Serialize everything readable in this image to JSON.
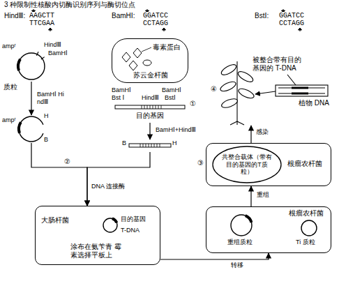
{
  "diagram": {
    "title": "3 种限制性核酸内切酶识别序列与酶切位点",
    "nodes": [
      {
        "text": [
          "ampʳ",
          "HindⅢ",
          "BamHⅠ",
          "质粒"
        ]
      },
      {
        "text": [
          "ampʳ",
          "H",
          "B"
        ]
      },
      {
        "text": [
          "毒素蛋白",
          "苏云金杆菌"
        ]
      },
      {
        "text": [
          "目的基因"
        ]
      },
      {
        "text": [
          "B",
          "H"
        ]
      },
      {
        "text": [
          "大肠杆菌",
          "涂布在氨苄青 霉素选择平板上"
        ]
      },
      {
        "text": [
          "目的基因",
          "T-DNA"
        ],
        "in": 5
      },
      {
        "text": [
          "被整合带有目的基因的 T-DNA",
          "植物 DNA"
        ]
      },
      {
        "text": [
          "根瘤农杆菌"
        ]
      },
      {
        "text": [
          "共整合载体（带有目的基因的T质粒）"
        ],
        "in": 8
      },
      {
        "text": [
          "根瘤农杆菌"
        ]
      },
      {
        "text": [
          "重组质粒"
        ],
        "in": 10
      },
      {
        "text": [
          "Ti 质粒"
        ],
        "in": 10
      }
    ],
    "edges": [
      {
        "from": 0,
        "to": 1,
        "label": "BamHⅠ HindⅢ",
        "arrow": "to"
      },
      {
        "from": 3,
        "to": 4,
        "label": "BamHⅠ+HindⅢ",
        "arrow": "to"
      },
      {
        "from": 1,
        "to": 5,
        "arrow": "to"
      },
      {
        "from": 4,
        "to": 5,
        "arrow": "to"
      },
      {
        "from": 5,
        "to": 10,
        "label": "转移",
        "arrow": "to"
      },
      {
        "from": 10,
        "to": 8,
        "label": "重组",
        "arrow": "to"
      },
      {
        "from": 8,
        "to": 7,
        "label": "感染",
        "arrow": "to"
      }
    ],
    "labels": [
      "HindⅢ:",
      "AAGCTT",
      "TTCGAA",
      "BamHⅠ:",
      "GGATCC",
      "CCTAGG",
      "BstⅠ:",
      "GGATCC",
      "CCTAGG",
      "BamHⅠ",
      "Bst Ⅰ",
      "HindⅢ",
      "BamHⅠ",
      "BstⅠ",
      "①",
      "②",
      "DNA 连接酶",
      "③",
      "④"
    ]
  }
}
